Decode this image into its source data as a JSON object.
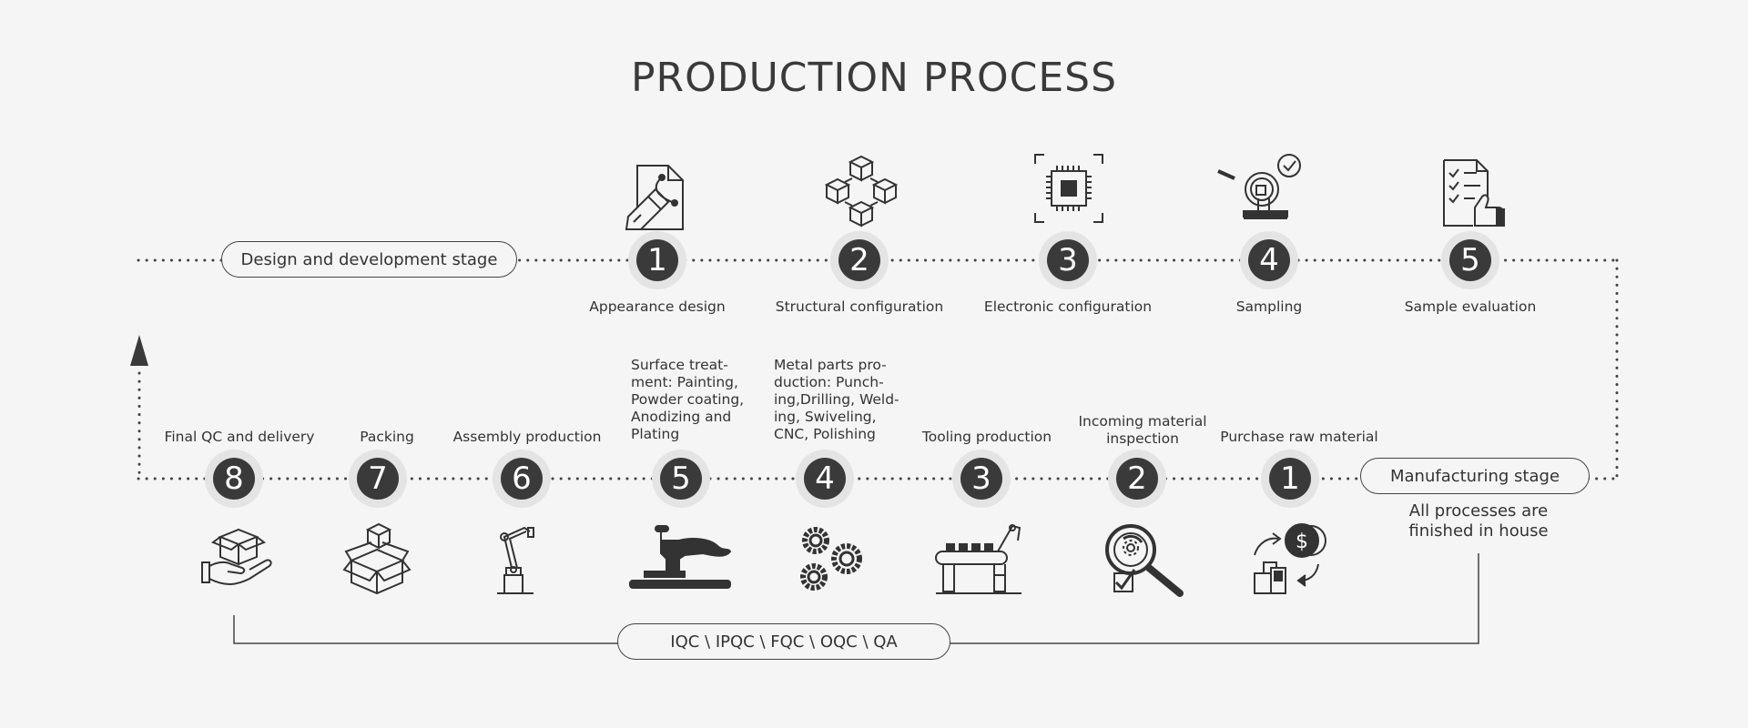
{
  "title": "PRODUCTION PROCESS",
  "design_stage": {
    "label": "Design and development stage",
    "steps": [
      {
        "num": "1",
        "label": "Appearance design",
        "icon": "pen-tool-document-icon"
      },
      {
        "num": "2",
        "label": "Structural configuration",
        "icon": "cubes-structure-icon"
      },
      {
        "num": "3",
        "label": "Electronic configuration",
        "icon": "chip-icon"
      },
      {
        "num": "4",
        "label": "Sampling",
        "icon": "magnifier-sample-check-icon"
      },
      {
        "num": "5",
        "label": "Sample evaluation",
        "icon": "checklist-thumbs-up-icon"
      }
    ]
  },
  "manufacturing_stage": {
    "label": "Manufacturing stage",
    "note_line1": "All processes are",
    "note_line2": "finished in house",
    "steps": [
      {
        "num": "1",
        "label": "Purchase raw material",
        "icon": "purchase-materials-icon"
      },
      {
        "num": "2",
        "label": "Incoming material inspection",
        "icon": "inspection-magnifier-icon"
      },
      {
        "num": "3",
        "label": "Tooling production",
        "icon": "conveyor-robot-icon"
      },
      {
        "num": "4",
        "label": "Metal parts production: Punching,Drilling, Welding, Swiveling, CNC, Polishing",
        "icon": "gears-icon"
      },
      {
        "num": "5",
        "label": "Surface treatment: Painting, Powder coating, Anodizing and Plating",
        "icon": "spray-gun-icon"
      },
      {
        "num": "6",
        "label": "Assembly production",
        "icon": "robot-arm-icon"
      },
      {
        "num": "7",
        "label": "Packing",
        "icon": "box-icon"
      },
      {
        "num": "8",
        "label": "Final QC and delivery",
        "icon": "hand-box-icon"
      }
    ]
  },
  "qc_label": "IQC \\ IPQC \\ FQC \\ OQC \\ QA",
  "lines": {
    "m4_line1": "Metal parts pro-",
    "m4_line2": "duction: Punch-",
    "m4_line3": "ing,Drilling, Weld-",
    "m4_line4": "ing, Swiveling,",
    "m4_line5": "CNC, Polishing",
    "m5_line1": "Surface treat-",
    "m5_line2": "ment: Painting,",
    "m5_line3": "Powder coating,",
    "m5_line4": "Anodizing and",
    "m5_line5": "Plating",
    "m2_line1": "Incoming material",
    "m2_line2": "inspection"
  },
  "colors": {
    "background": "#f5f5f5",
    "dark": "#3a3a3a",
    "halo": "#e4e4e4"
  }
}
